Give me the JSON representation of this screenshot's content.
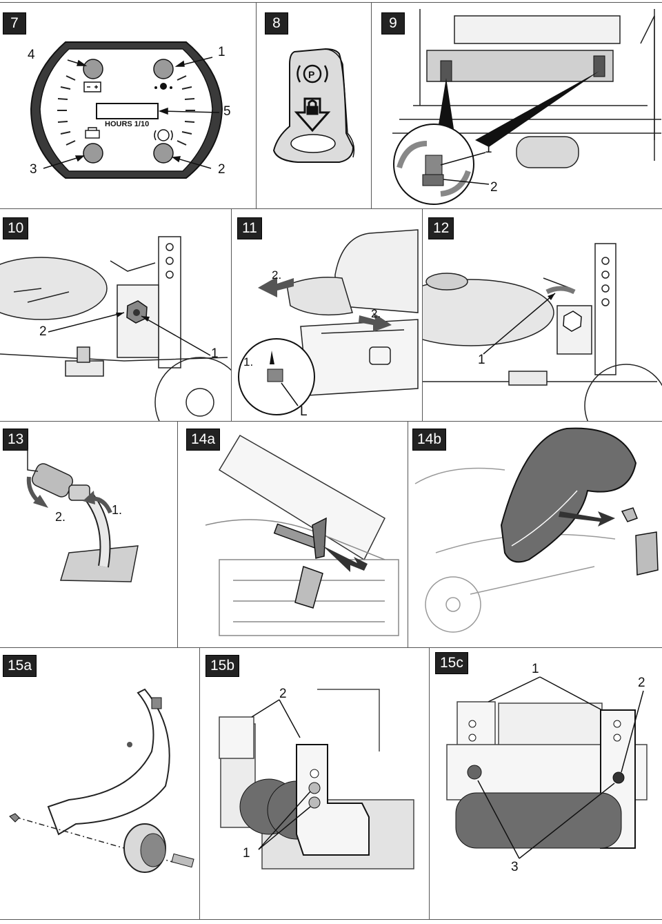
{
  "panels": {
    "p7": {
      "number": "7",
      "hours_label": "HOURS 1/10",
      "callouts": [
        "1",
        "2",
        "3",
        "4",
        "5"
      ]
    },
    "p8": {
      "number": "8"
    },
    "p9": {
      "number": "9",
      "callouts": [
        "1",
        "2"
      ]
    },
    "p10": {
      "number": "10",
      "callouts": [
        "1",
        "2"
      ]
    },
    "p11": {
      "number": "11",
      "step_a": "2.",
      "step_b": "2.",
      "step_c": "1.",
      "callout_l": "L"
    },
    "p12": {
      "number": "12",
      "callouts": [
        "1"
      ]
    },
    "p13": {
      "number": "13",
      "step_a": "1.",
      "step_b": "2."
    },
    "p14a": {
      "number": "14a"
    },
    "p14b": {
      "number": "14b"
    },
    "p15a": {
      "number": "15a"
    },
    "p15b": {
      "number": "15b",
      "callouts": [
        "1",
        "2"
      ]
    },
    "p15c": {
      "number": "15c",
      "callouts": [
        "1",
        "2",
        "3"
      ]
    }
  },
  "icons": [
    "battery-icon",
    "oil-icon",
    "parking-brake-icon",
    "engine-icon",
    "lock-down-icon"
  ],
  "colors": {
    "line": "#222222",
    "fill_grey": "#d9d9d9",
    "dark_grey": "#6d6d6d",
    "panel_dark": "#3a3a3a"
  }
}
